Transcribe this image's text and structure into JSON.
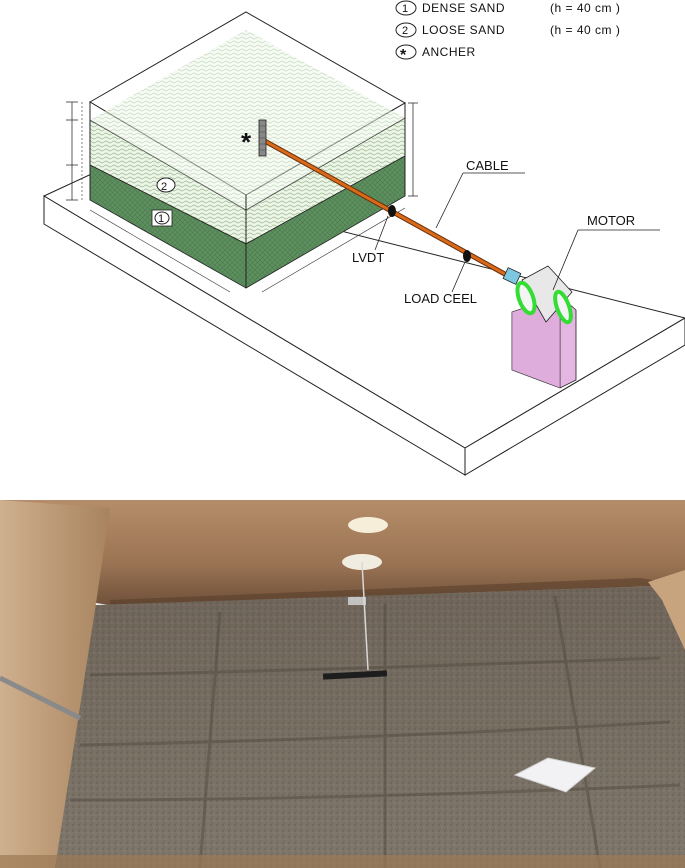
{
  "legend": {
    "items": [
      {
        "symbol": "1",
        "text": "DENSE SAND",
        "note": "(h = 40 cm )"
      },
      {
        "symbol": "2",
        "text": "LOOSE SAND",
        "note": "(h = 40 cm )"
      },
      {
        "symbol": "*",
        "text": "ANCHER",
        "note": ""
      }
    ]
  },
  "diagram": {
    "labels": {
      "cable": "CABLE",
      "motor": "MOTOR",
      "lvdt": "LVDT",
      "load_cell": "LOAD CEEL",
      "anchor_mark": "*",
      "layer_1": "1",
      "layer_2": "2"
    },
    "colors": {
      "dense_sand": "#5e8f5f",
      "loose_sand": "#e7f0e0",
      "cable": "#d86a1a",
      "motor_band": "#33dd33",
      "stand": "#e4b6e2"
    }
  }
}
